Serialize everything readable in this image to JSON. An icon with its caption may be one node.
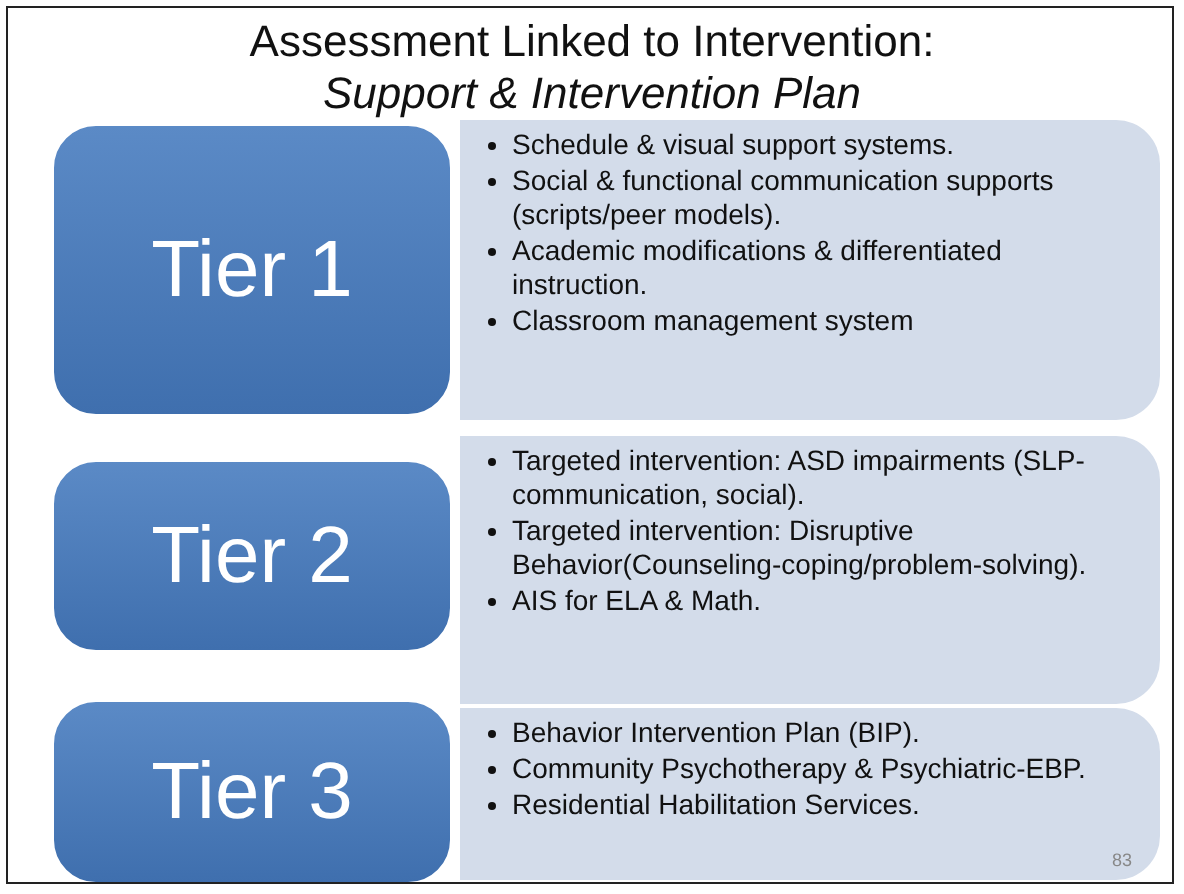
{
  "diagram": {
    "title": "Assessment Linked to Intervention: *Support & Intervention Plan*",
    "nodes": [
      {
        "text": [
          "Tier 1"
        ]
      },
      {
        "text": [
          "Schedule & visual support systems.",
          "Social  & functional communication supports (scripts/peer models).",
          "Academic modifications & differentiated instruction.",
          "Classroom management system"
        ]
      },
      {
        "text": [
          "Tier 2"
        ]
      },
      {
        "text": [
          "Targeted intervention: ASD impairments (SLP-communication, social).",
          "Targeted intervention: Disruptive Behavior(Counseling-coping/problem-solving).",
          "AIS for ELA & Math."
        ]
      },
      {
        "text": [
          "Tier 3"
        ]
      },
      {
        "text": [
          "Behavior Intervention Plan (BIP).",
          "Community Psychotherapy & Psychiatric-EBP.",
          "Residential Habilitation Services."
        ]
      }
    ],
    "labels": [
      "83"
    ]
  }
}
